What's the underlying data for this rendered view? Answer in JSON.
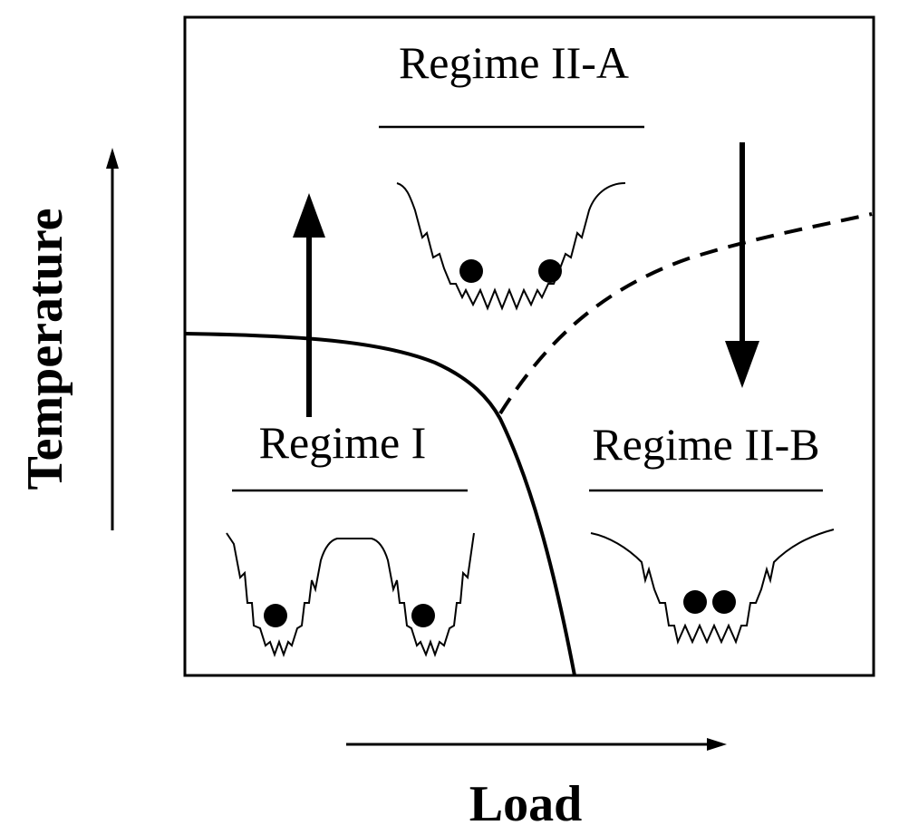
{
  "axes": {
    "y_label": "Temperature",
    "x_label": "Load"
  },
  "regimes": {
    "regime_1": "Regime I",
    "regime_2a": "Regime II-A",
    "regime_2b": "Regime II-B"
  },
  "colors": {
    "ink": "#000000",
    "background": "#ffffff"
  }
}
